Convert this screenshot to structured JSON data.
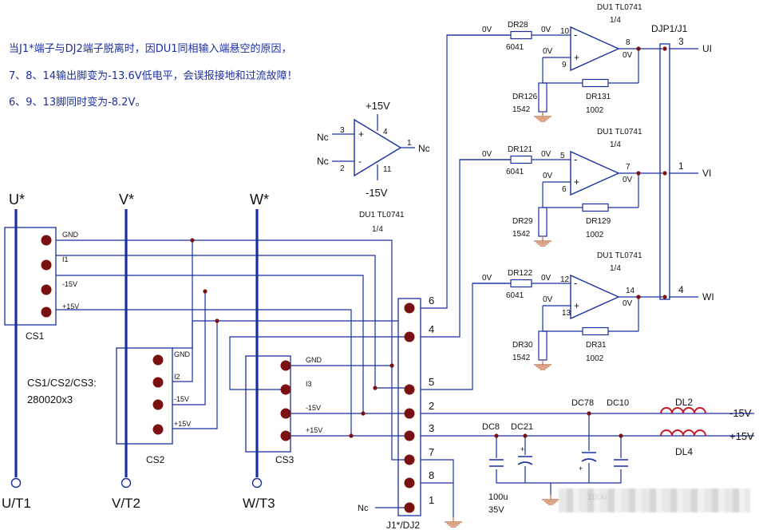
{
  "notes": [
    "当J1*端子与DJ2端子脱离时，因DU1同相输入端悬空的原因，",
    "7、8、14输出脚变为-13.6V低电平，会误报接地和过流故障！",
    "6、9、13脚同时变为-8.2V。"
  ],
  "sensor_top_labels": [
    "U*",
    "V*",
    "W*"
  ],
  "sensor_bottom_labels": [
    "U/T1",
    "V/T2",
    "W/T3"
  ],
  "connector_names": [
    "CS1",
    "CS2",
    "CS3"
  ],
  "connector_part_note": [
    "CS1/CS2/CS3:",
    "280020x3"
  ],
  "cs1_pins": [
    "GND",
    "I1",
    "-15V",
    "+15V"
  ],
  "cs2_pins": [
    "GND",
    "I2",
    "-15V",
    "+15V"
  ],
  "cs3_pins": [
    "GND",
    "I3",
    "-15V",
    "+15V"
  ],
  "dj2": {
    "name": "J1*/DJ2",
    "pins": [
      "6",
      "4",
      "5",
      "2",
      "3",
      "7",
      "8",
      "1"
    ]
  },
  "standalone_opamp": {
    "supply_pos": "+15V",
    "supply_neg": "-15V",
    "pin_in_plus": "3",
    "pin_in_minus": "2",
    "pin_vplus": "4",
    "pin_vminus": "11",
    "pin_out": "1",
    "nc_label": "Nc",
    "part": "DU1 TL0741",
    "unit": "1/4"
  },
  "channels": [
    {
      "part": "DU1 TL0741",
      "unit": "1/4",
      "in_res": "DR28",
      "in_val": "6041",
      "fb_res": "DR131",
      "fb_val": "1002",
      "gnd_res": "DR126",
      "gnd_val": "1542",
      "pin_minus": "10",
      "pin_plus": "9",
      "pin_out": "8",
      "jpin": "3",
      "out_label": "UI",
      "v_in": "0V",
      "v_a": "0V",
      "v_b": "0V",
      "v_out": "0V"
    },
    {
      "part": "DU1 TL0741",
      "unit": "1/4",
      "in_res": "DR121",
      "in_val": "6041",
      "fb_res": "DR129",
      "fb_val": "1002",
      "gnd_res": "DR29",
      "gnd_val": "1542",
      "pin_minus": "5",
      "pin_plus": "6",
      "pin_out": "7",
      "jpin": "1",
      "out_label": "VI",
      "v_in": "0V",
      "v_a": "0V",
      "v_b": "0V",
      "v_out": "0V"
    },
    {
      "part": "DU1 TL0741",
      "unit": "1/4",
      "in_res": "DR122",
      "in_val": "6041",
      "fb_res": "DR31",
      "fb_val": "1002",
      "gnd_res": "DR30",
      "gnd_val": "1542",
      "pin_minus": "12",
      "pin_plus": "13",
      "pin_out": "14",
      "jpin": "4",
      "out_label": "WI",
      "v_in": "0V",
      "v_a": "0V",
      "v_b": "0V",
      "v_out": "0V"
    }
  ],
  "jumper_name": "DJP1/J1",
  "nc_label": "Nc",
  "caps": {
    "dc8": "DC8",
    "dc21": "DC21",
    "dc78": "DC78",
    "dc10": "DC10",
    "value1": "100u",
    "value2": "35V",
    "value3": "100u",
    "plus": "+"
  },
  "inductors": [
    "DL2",
    "DL4"
  ],
  "supply_labels": [
    "-15V",
    "+15V"
  ],
  "colors": {
    "wire": "#1b2fa0",
    "pin": "#7a1010",
    "inductor": "#c8192a",
    "ground": "#c46a3a"
  }
}
